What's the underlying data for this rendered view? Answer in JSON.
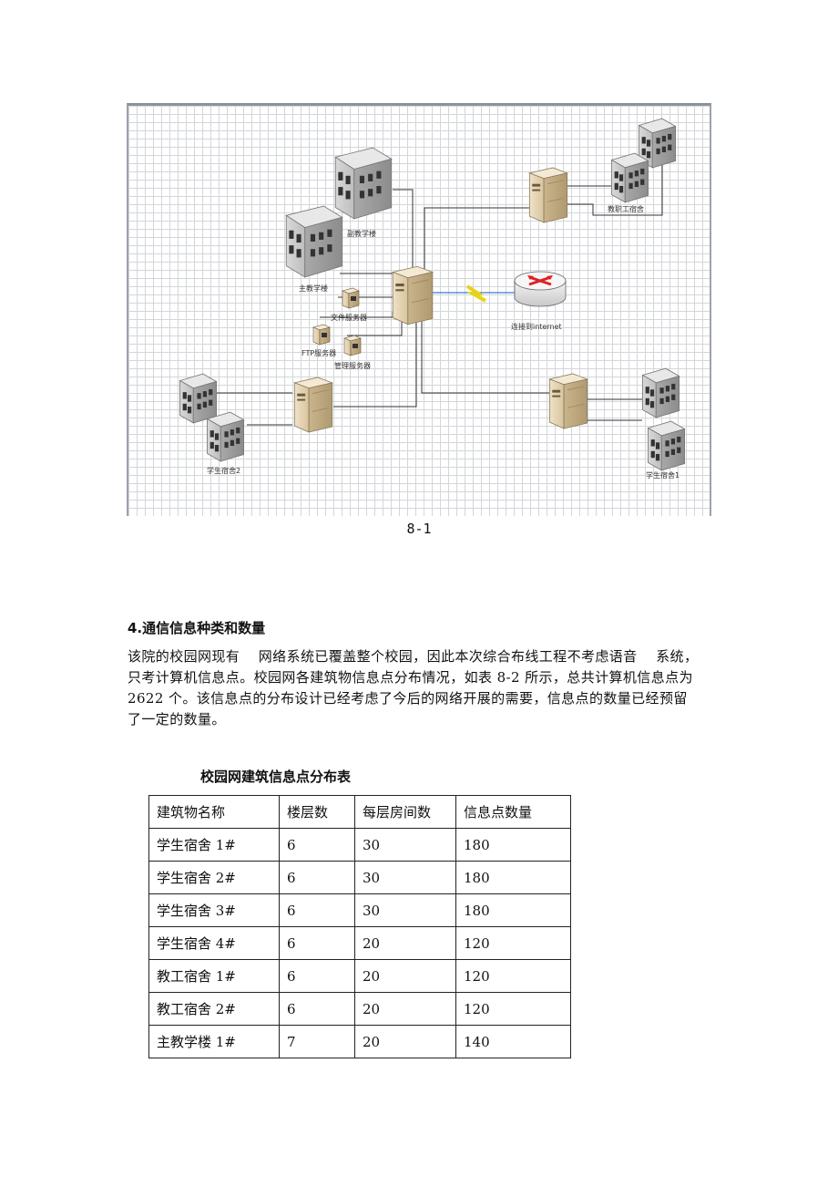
{
  "diagram": {
    "labels": {
      "fu_jiao": "副教学楼",
      "zhu_jiao": "主教学楼",
      "jiaozhigong": "教职工宿舍",
      "internet": "连接到internet",
      "file_server": "文件服务器",
      "ftp_server": "FTP服务器",
      "admin_server": "管理服务器",
      "dorm2": "学生宿舍2",
      "dorm1": "学生宿舍1"
    }
  },
  "figure_caption": "8-1",
  "section_heading": "4.通信信息种类和数量",
  "paragraph_lines": [
    "该院的校园网现有　 网络系统已覆盖整个校园，因此本次综合布线工程不考虑语音　 系统，",
    "只考计算机信息点。校园网各建筑物信息点分布情况，如表 8-2 所示，总共计算机信息点为",
    "2622 个。该信息点的分布设计已经考虑了今后的网络开展的需要，信息点的数量已经预留",
    "了一定的数量。"
  ],
  "table_title": "校园网建筑信息点分布表",
  "table": {
    "headers": [
      "建筑物名称",
      "楼层数",
      "每层房间数",
      "信息点数量"
    ],
    "rows": [
      [
        "学生宿舍 1#",
        "6",
        "30",
        "180"
      ],
      [
        "学生宿舍 2#",
        "6",
        "30",
        "180"
      ],
      [
        "学生宿舍 3#",
        "6",
        "30",
        "180"
      ],
      [
        "学生宿舍 4#",
        "6",
        "20",
        "120"
      ],
      [
        "教工宿舍 1#",
        "6",
        "20",
        "120"
      ],
      [
        "教工宿舍 2#",
        "6",
        "20",
        "120"
      ],
      [
        "主教学楼 1#",
        "7",
        "20",
        "140"
      ]
    ]
  }
}
